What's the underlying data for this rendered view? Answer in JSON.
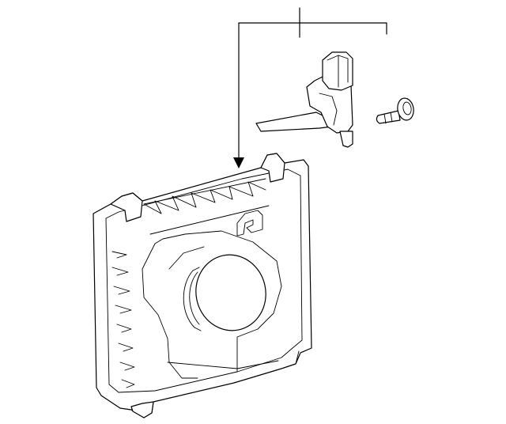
{
  "diagram": {
    "parts": [
      {
        "id": "headlamp-assembly",
        "label": ""
      },
      {
        "id": "sensor",
        "label": ""
      },
      {
        "id": "bolt",
        "label": ""
      }
    ],
    "stroke_color": "#000000",
    "background_color": "#ffffff"
  }
}
